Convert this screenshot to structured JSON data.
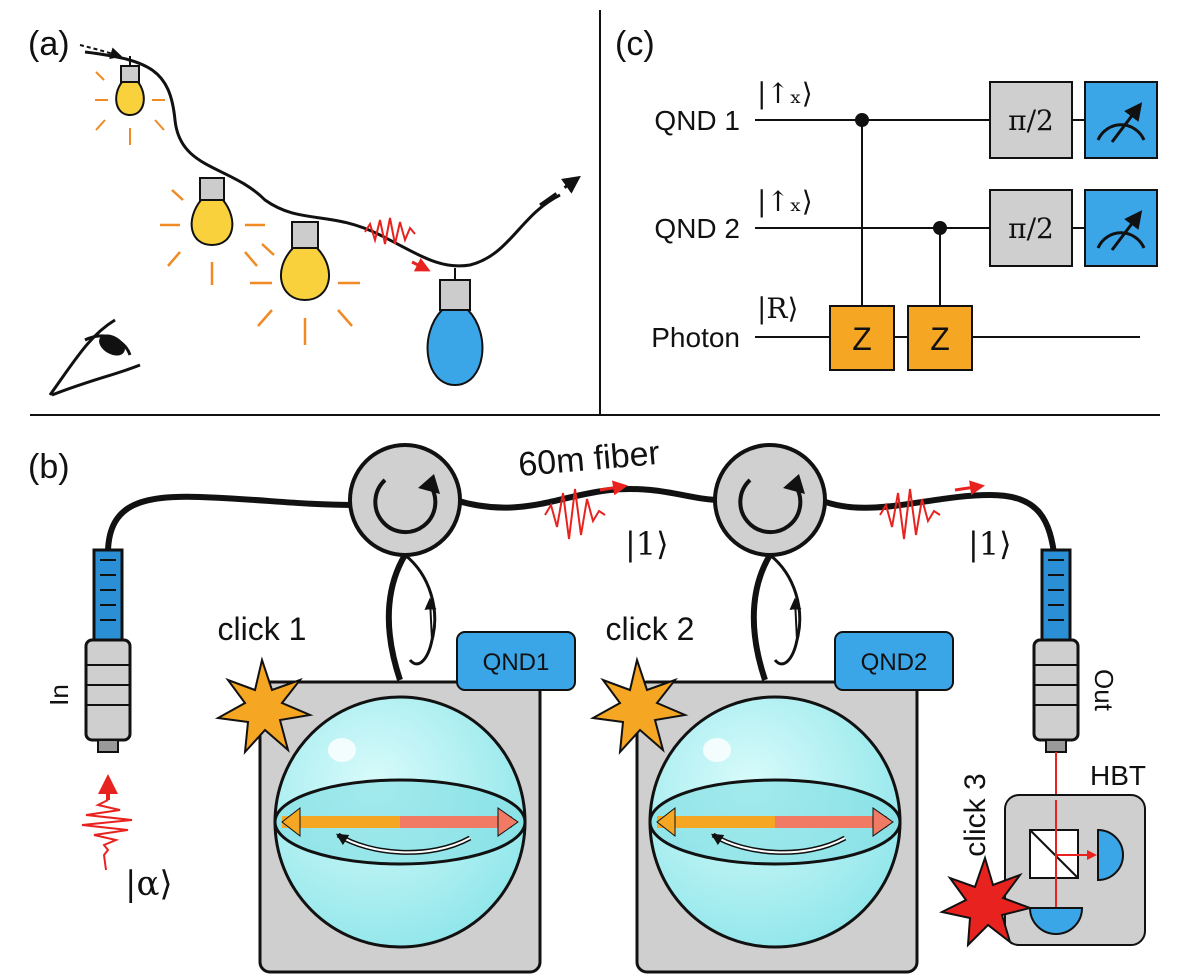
{
  "panel_labels": {
    "a": "(a)",
    "b": "(b)",
    "c": "(c)"
  },
  "circuit": {
    "qubit_labels": [
      "QND 1",
      "QND 2",
      "Photon"
    ],
    "initial_states": [
      "|↑ₓ⟩",
      "|↑ₓ⟩",
      "|R⟩"
    ],
    "z_gate_label": "Z",
    "rotation_gate_label": "π/2"
  },
  "setup": {
    "fiber_label": "60m fiber",
    "photon_state_label": "|1⟩",
    "input_state_label": "|α⟩",
    "input_label": "In",
    "output_label": "Out",
    "nodes": [
      "QND1",
      "QND2"
    ],
    "clicks": [
      "click 1",
      "click 2",
      "click 3"
    ],
    "detector_label": "HBT"
  },
  "colors": {
    "node_blue": "#3aa6e8",
    "gate_orange": "#f5a623",
    "photon_red": "#e8231f",
    "bulb_yellow": "#f8d13c",
    "bulb_blue": "#3aa6e8",
    "sphere_cyan": "#a8eef0",
    "box_gray": "#cfcfcf"
  }
}
